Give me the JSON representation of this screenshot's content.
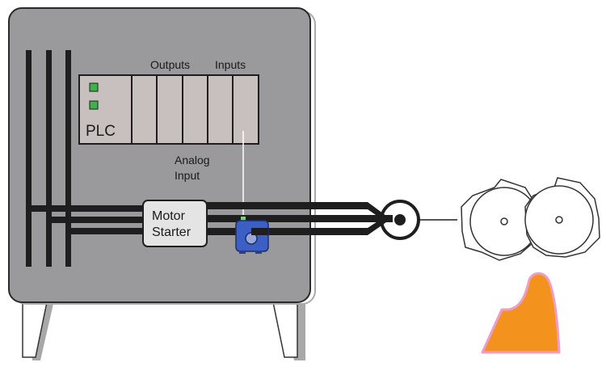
{
  "diagram": {
    "plc_label": "PLC",
    "outputs_label": "Outputs",
    "inputs_label": "Inputs",
    "analog_input_line1": "Analog",
    "analog_input_line2": "Input",
    "motor_starter_line1": "Motor",
    "motor_starter_line2": "Starter"
  },
  "colors": {
    "cabinet": "#9a9a9c",
    "plc": "#c8bfbf",
    "led": "#3db34a",
    "sensor": "#3b5fc4",
    "orange_shape": "#f3931e",
    "pink_outline": "#f09cc4"
  }
}
